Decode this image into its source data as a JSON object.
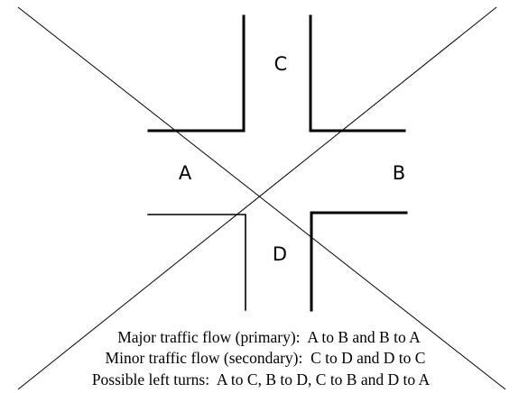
{
  "intersection": {
    "legs": {
      "north": "C",
      "west": "A",
      "east": "B",
      "south": "D"
    }
  },
  "caption": {
    "line1": "Major traffic flow (primary):  A to B and B to A",
    "line2": "Minor traffic flow (secondary):  C to D and D to C",
    "line3": "Possible left turns:  A to C, B to D, C to B and D to A"
  },
  "colors": {
    "ink": "#000000",
    "background": "#ffffff"
  }
}
